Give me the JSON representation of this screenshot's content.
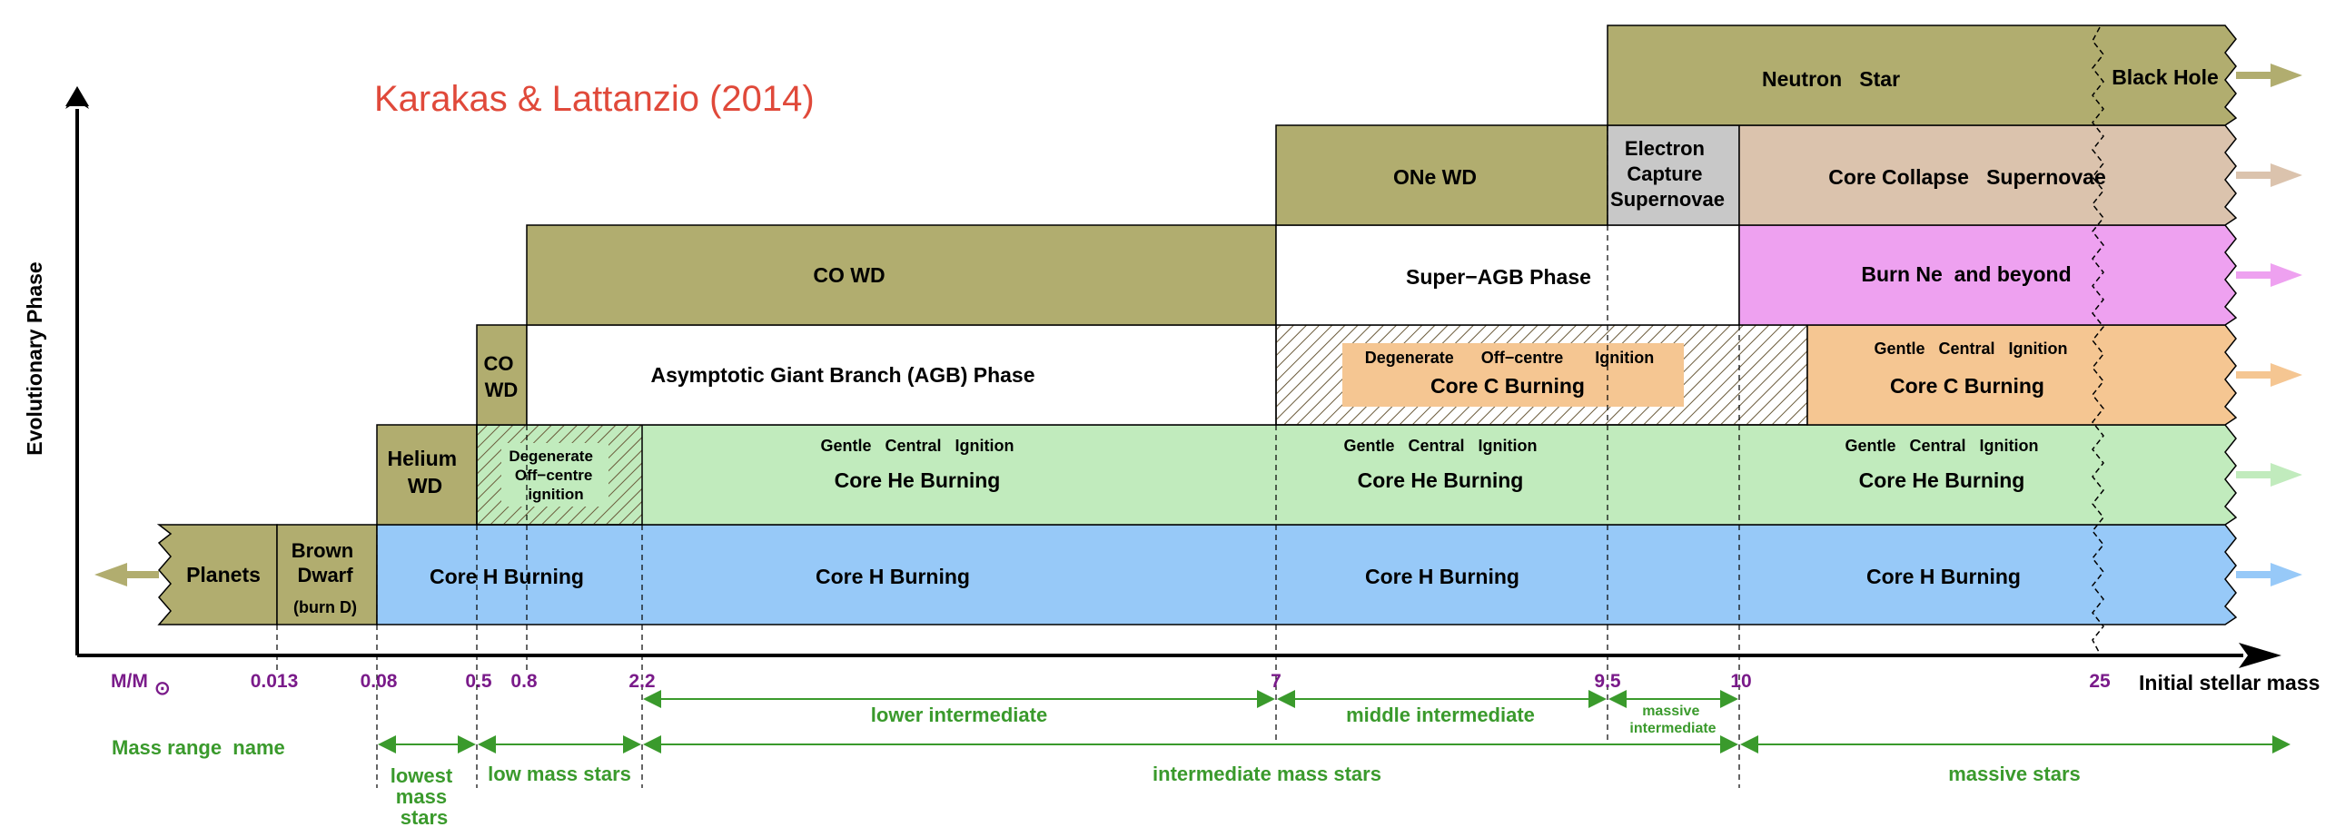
{
  "title": "Karakas & Lattanzio (2014)",
  "axes": {
    "y_label": "Evolutionary Phase",
    "x_label": "Initial stellar mass"
  },
  "mass_axis": {
    "unit_label": "M/M",
    "unit_subscript": "⊙",
    "ticks": [
      "0.013",
      "0.08",
      "0.5",
      "0.8",
      "2.2",
      "7",
      "9.5",
      "10",
      "25"
    ]
  },
  "mass_range": {
    "heading": "Mass range  name",
    "lowest_mass": "lowest mass stars",
    "low_mass": "low mass stars",
    "lower_intermediate": "lower intermediate",
    "middle_intermediate": "middle intermediate",
    "massive_intermediate": "massive intermediate",
    "intermediate_mass": "intermediate mass stars",
    "massive_stars": "massive stars"
  },
  "boxes": {
    "planets": "Planets",
    "brown_dwarf": "Brown Dwarf",
    "brown_dwarf_sub": "(burn D)",
    "core_h": "Core H Burning",
    "helium_wd": "Helium WD",
    "co_wd_small": "CO WD",
    "degenerate_offcentre": "Degenerate Off−centre ignition",
    "gentle_central_ignition": "Gentle   Central   Ignition",
    "core_he": "Core He Burning",
    "agb_phase": "Asymptotic Giant Branch (AGB) Phase",
    "co_wd": "CO WD",
    "one_wd": "ONe WD",
    "super_agb": "Super−AGB Phase",
    "degenerate_c_sub": "Degenerate      Off−centre       Ignition",
    "core_c": "Core C Burning",
    "electron_capture": "Electron Capture Supernovae",
    "neutron_star": "Neutron   Star",
    "black_hole": "Black Hole",
    "core_collapse": "Core Collapse   Supernovae",
    "burn_ne": "Burn Ne  and beyond"
  },
  "colors": {
    "olive": "#b1ad6f",
    "core_h": "#97c9f8",
    "core_he": "#c1ebbd",
    "core_c": "#f5c692",
    "burn_ne": "#eea1f0",
    "core_collapse": "#dbc3ad",
    "electron_capture": "#c8c8c8",
    "title": "#e0493a",
    "mass": "#7a1b8a",
    "range": "#3a9a2c"
  }
}
